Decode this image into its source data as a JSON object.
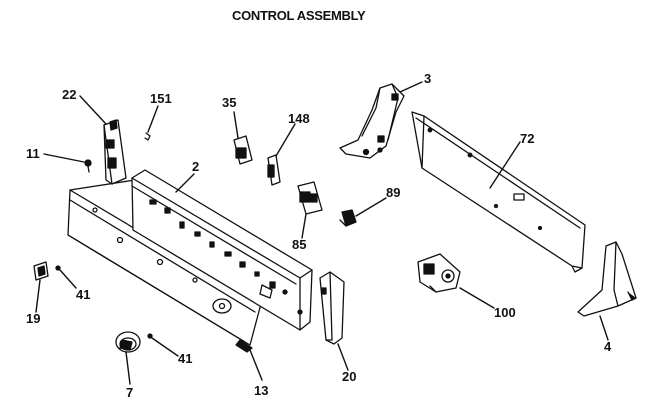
{
  "title": "CONTROL ASSEMBLY",
  "callouts": {
    "c22": "22",
    "c151": "151",
    "c35": "35",
    "c148": "148",
    "c3": "3",
    "c72": "72",
    "c11": "11",
    "c2": "2",
    "c89": "89",
    "c85": "85",
    "c41a": "41",
    "c19": "19",
    "c100": "100",
    "c41b": "41",
    "c7": "7",
    "c13": "13",
    "c20": "20",
    "c4": "4"
  },
  "colors": {
    "ink": "#111111",
    "paper": "#ffffff"
  }
}
